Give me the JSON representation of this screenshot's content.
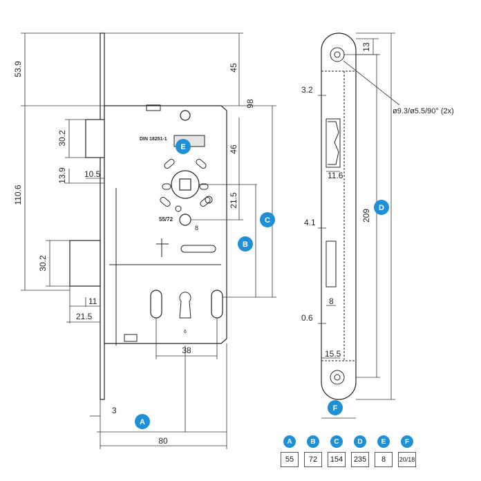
{
  "diagram": {
    "left_dims": {
      "backset_top": "53.9",
      "total_upper": "110.6",
      "latch_height": "30.2",
      "latch_offset": "13.9",
      "latch_width": "10.5",
      "bolt_height": "30.2",
      "bolt_small": "11",
      "bolt_projection": "21.5",
      "plate_thickness": "3",
      "total_width": "80",
      "cyl_spacing": "38",
      "keyhole_label": "6"
    },
    "right_dims": {
      "top_offset": "45",
      "height_98": "98",
      "spindle_spacing": "46",
      "spindle_lower": "21.5",
      "backset_label": "55/72",
      "spindle_size": "8",
      "standard": "DIN 18251-1"
    },
    "faceplate": {
      "screw_top": "13",
      "faceplate_length": "209",
      "hole_spec": "ø9.3/ø5.5/90° (2x)",
      "latch_clearance": "3.2",
      "latch_opening_width": "11.6",
      "bolt_clearance": "4.1",
      "bolt_opening_width": "8",
      "bottom_clearance": "0.6",
      "faceplate_width": "15.5"
    },
    "markers": [
      "A",
      "B",
      "C",
      "D",
      "E",
      "F"
    ],
    "colors": {
      "marker": "#1f8fd6",
      "line": "#222222"
    }
  },
  "legend": [
    {
      "key": "A",
      "value": "55"
    },
    {
      "key": "B",
      "value": "72"
    },
    {
      "key": "C",
      "value": "154"
    },
    {
      "key": "D",
      "value": "235"
    },
    {
      "key": "E",
      "value": "8"
    },
    {
      "key": "F",
      "value": "20/18"
    }
  ]
}
